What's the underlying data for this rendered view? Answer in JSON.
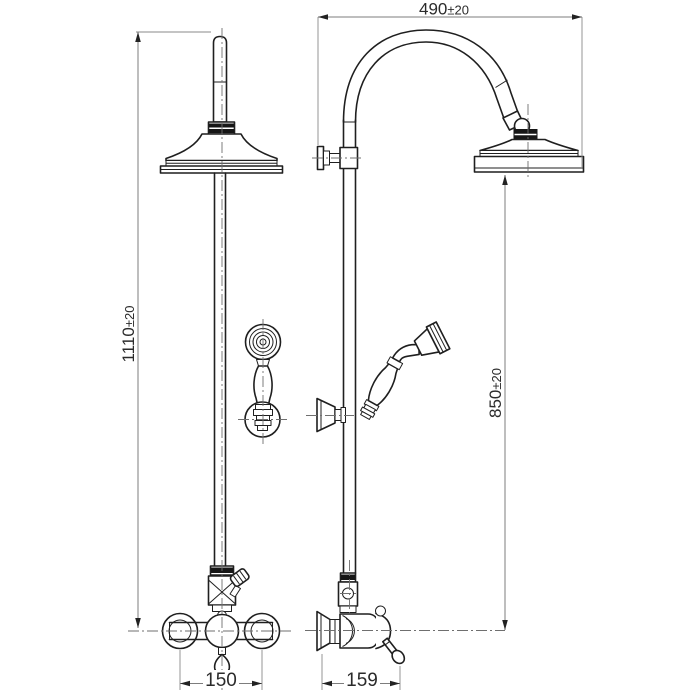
{
  "drawing": {
    "type": "technical-dimension-drawing",
    "subject": "wall-mounted shower column with overhead rain head, hand shower and lever mixer, front and side views",
    "dimensions": {
      "top_width": {
        "value": "490",
        "tolerance": "±20"
      },
      "total_height": {
        "value": "1110",
        "tolerance": "±20"
      },
      "head_height": {
        "value": "850",
        "tolerance": "±20"
      },
      "valve_span": {
        "value": "150"
      },
      "valve_depth": {
        "value": "159"
      }
    },
    "colors": {
      "outline": "#1f1f1f",
      "dimension_line": "#7d7d7d",
      "centerline": "#6f6f6f",
      "text": "#2b2b2b",
      "background": "#ffffff"
    }
  }
}
